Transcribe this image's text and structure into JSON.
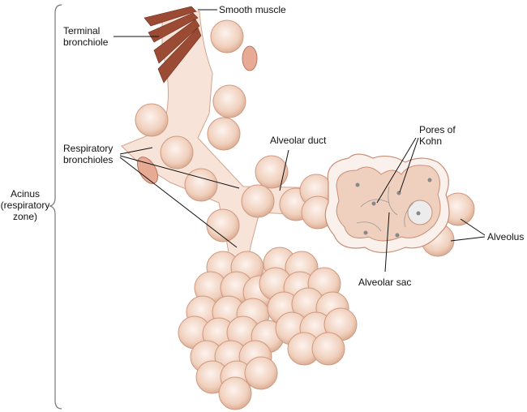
{
  "labels": {
    "smooth_muscle": "Smooth muscle",
    "terminal_bronchiole": "Terminal\nbronchiole",
    "respiratory_bronchioles": "Respiratory\nbronchioles",
    "alveolar_duct": "Alveolar duct",
    "pores_of_kohn": "Pores of\nKohn",
    "acinus": "Acinus\n(respiratory\nzone)",
    "alveolus": "Alveolus",
    "alveolar_sac": "Alveolar sac"
  },
  "colors": {
    "tissue": "#f6e1d4",
    "alveolus_light": "#fbefe8",
    "alveolus_dark": "#e2b8a0",
    "outline": "#c98e76",
    "muscle": "#9b4a34",
    "line": "#111111"
  }
}
